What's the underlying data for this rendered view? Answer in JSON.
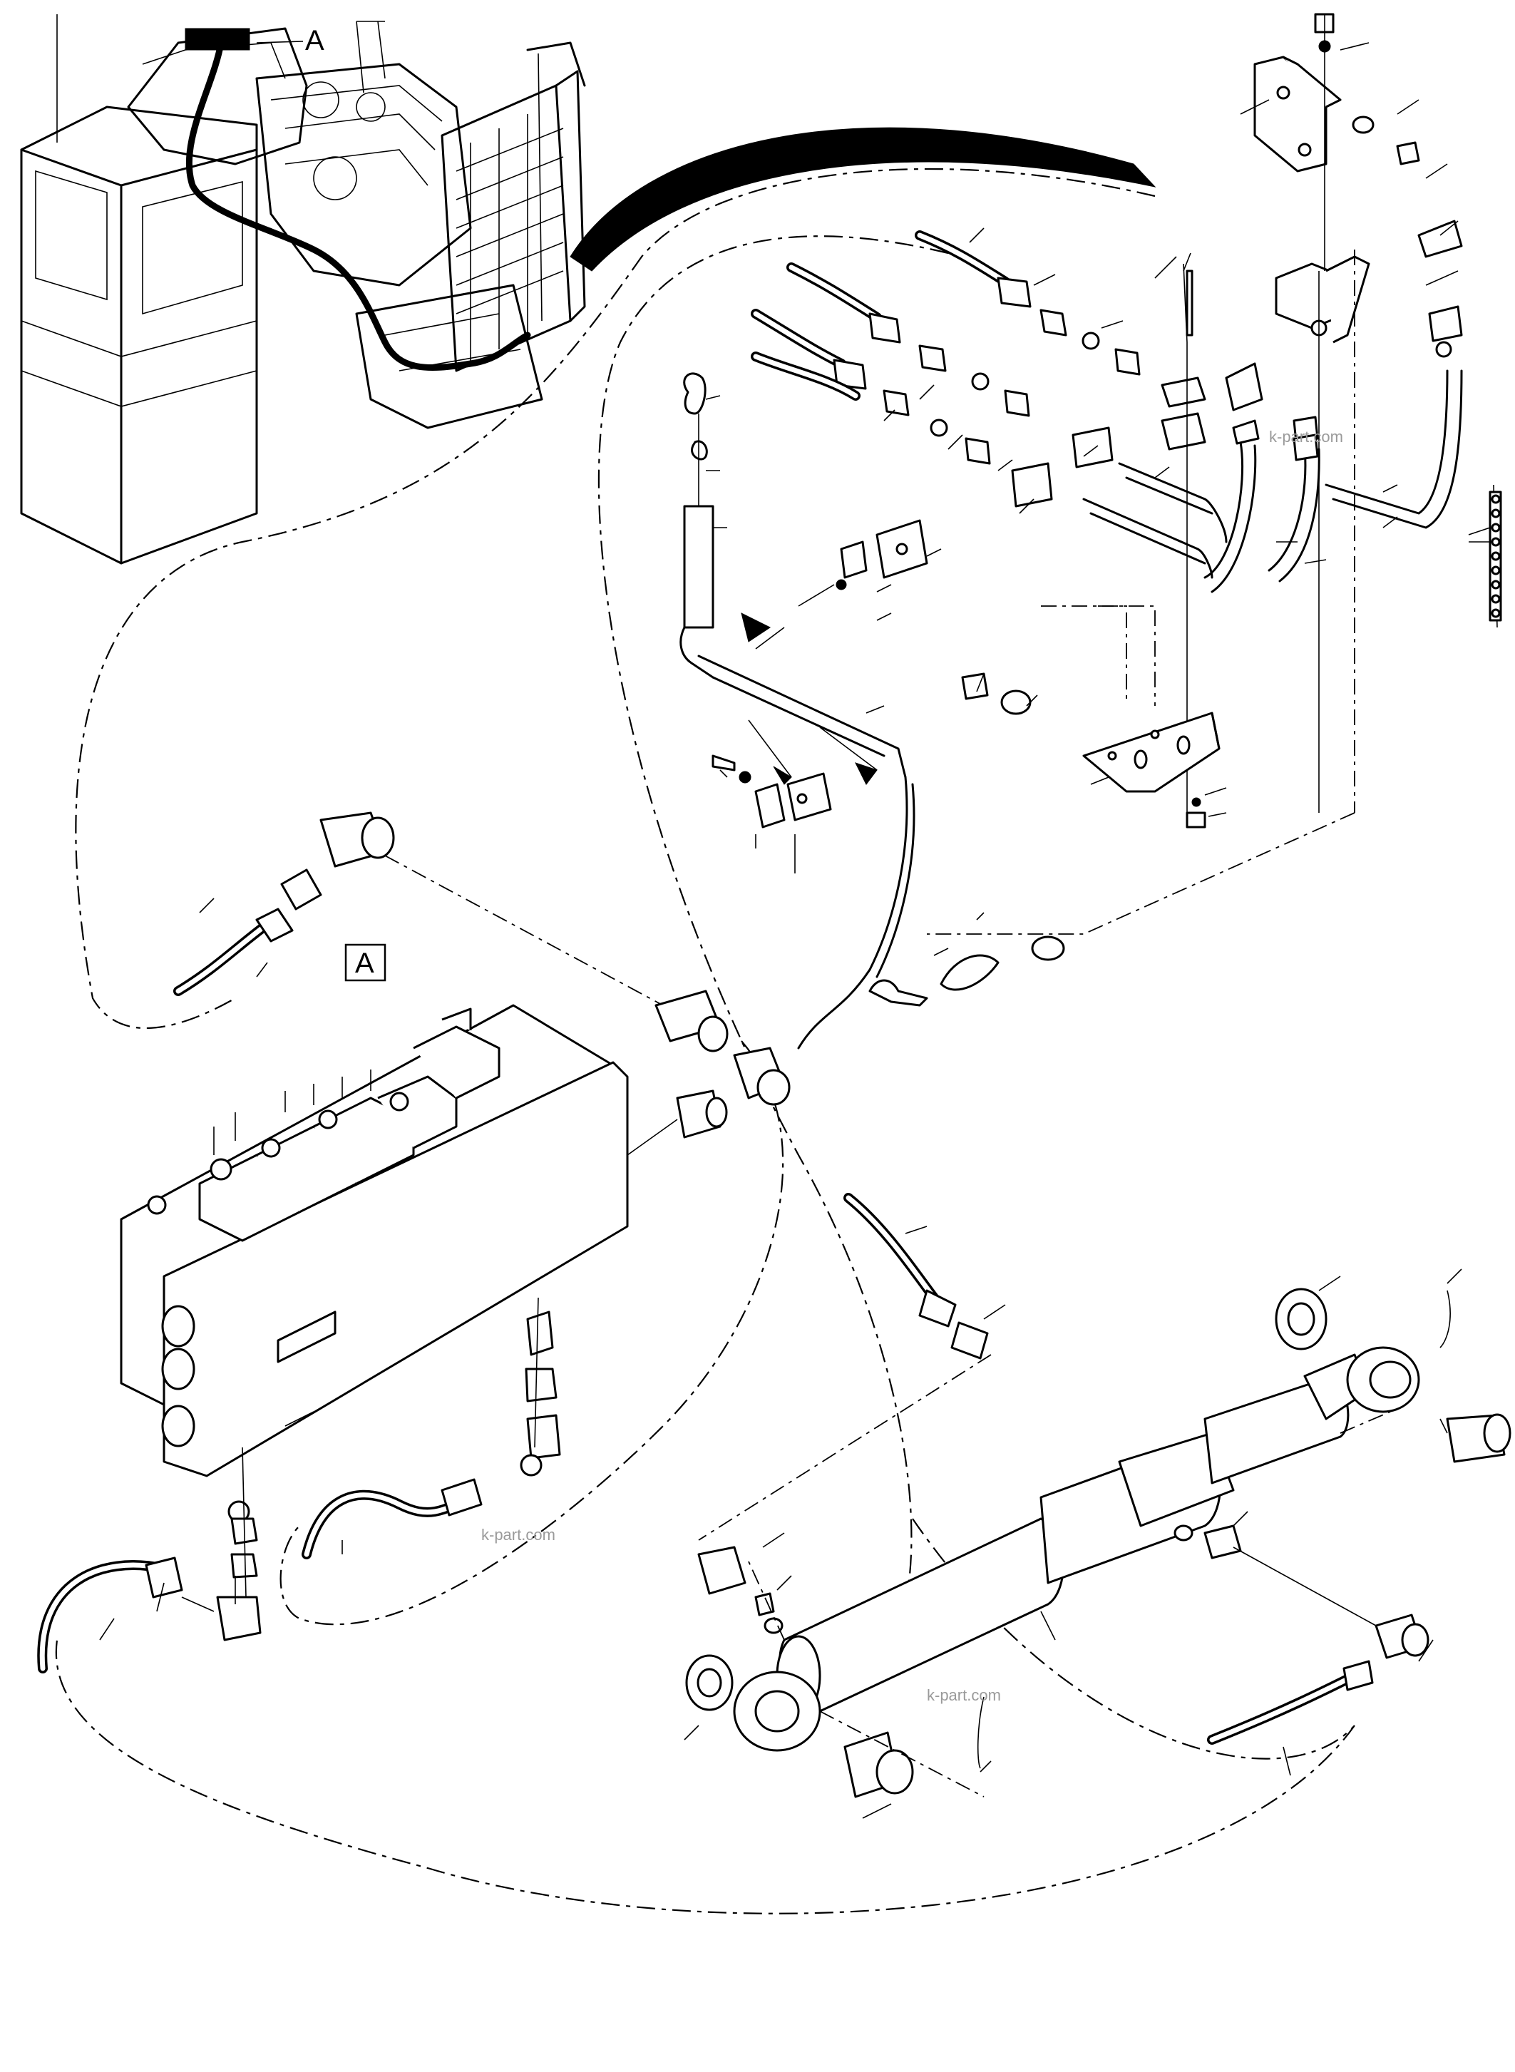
{
  "labels": {
    "detail_marker_top": "A",
    "detail_marker_boxed": "A"
  },
  "watermarks": [
    "k-part.com",
    "k-part.com",
    "k-part.com"
  ],
  "colors": {
    "line": "#000000",
    "background": "#ffffff",
    "watermark": "#9a9a9a"
  }
}
